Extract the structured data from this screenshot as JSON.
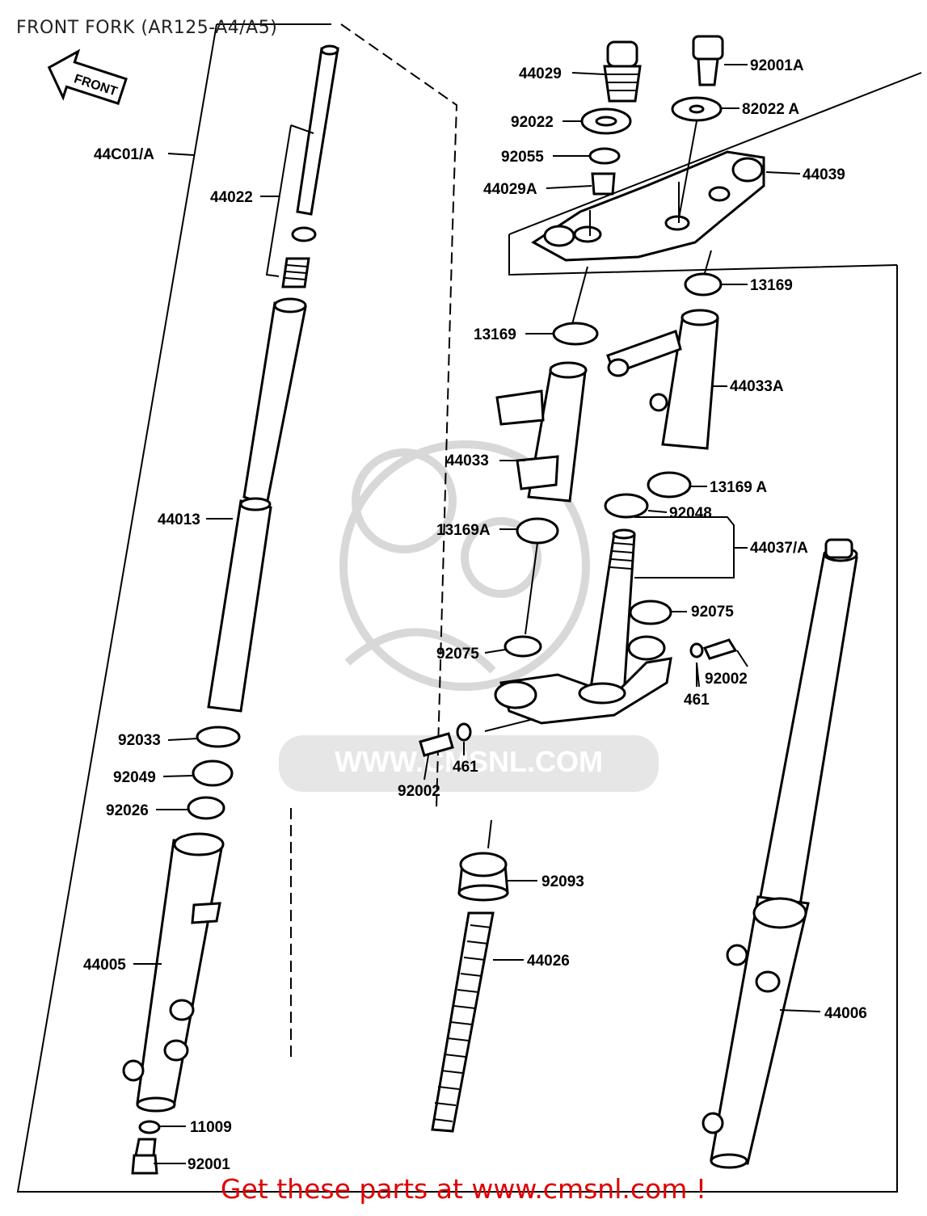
{
  "title": "FRONT FORK (AR125-A4/A5)",
  "front_arrow_label": "FRONT",
  "watermark_text": "WWW.CMSNL.COM",
  "footer_text": "Get these parts at www.cmsnl.com !",
  "colors": {
    "footer": "#e00000",
    "watermark": "#d8d8d8",
    "line": "#000000"
  },
  "parts": [
    {
      "id": "p-44001a",
      "number": "44C01/A"
    },
    {
      "id": "p-44022",
      "number": "44022"
    },
    {
      "id": "p-44013",
      "number": "44013"
    },
    {
      "id": "p-92033",
      "number": "92033"
    },
    {
      "id": "p-92049",
      "number": "92049"
    },
    {
      "id": "p-92026",
      "number": "92026"
    },
    {
      "id": "p-44005",
      "number": "44005"
    },
    {
      "id": "p-11009",
      "number": "11009"
    },
    {
      "id": "p-92001",
      "number": "92001"
    },
    {
      "id": "p-44029",
      "number": "44029"
    },
    {
      "id": "p-92022",
      "number": "92022"
    },
    {
      "id": "p-92055",
      "number": "92055"
    },
    {
      "id": "p-44029a",
      "number": "44029A"
    },
    {
      "id": "p-92001a",
      "number": "92001A"
    },
    {
      "id": "p-92022a",
      "number": "82022 A"
    },
    {
      "id": "p-44039",
      "number": "44039"
    },
    {
      "id": "p-13169-r",
      "number": "13169"
    },
    {
      "id": "p-13169-l",
      "number": "13169"
    },
    {
      "id": "p-44033a",
      "number": "44033A"
    },
    {
      "id": "p-44033",
      "number": "44033"
    },
    {
      "id": "p-13169a-r",
      "number": "13169 A"
    },
    {
      "id": "p-92048",
      "number": "92048"
    },
    {
      "id": "p-13169a-l",
      "number": "13169A"
    },
    {
      "id": "p-44037a",
      "number": "44037/A"
    },
    {
      "id": "p-92075-r",
      "number": "92075"
    },
    {
      "id": "p-92075-l",
      "number": "92075"
    },
    {
      "id": "p-92002-r",
      "number": "92002"
    },
    {
      "id": "p-461-r",
      "number": "461"
    },
    {
      "id": "p-461-l",
      "number": "461"
    },
    {
      "id": "p-92002-l",
      "number": "92002"
    },
    {
      "id": "p-92093",
      "number": "92093"
    },
    {
      "id": "p-44026",
      "number": "44026"
    },
    {
      "id": "p-44006",
      "number": "44006"
    }
  ]
}
